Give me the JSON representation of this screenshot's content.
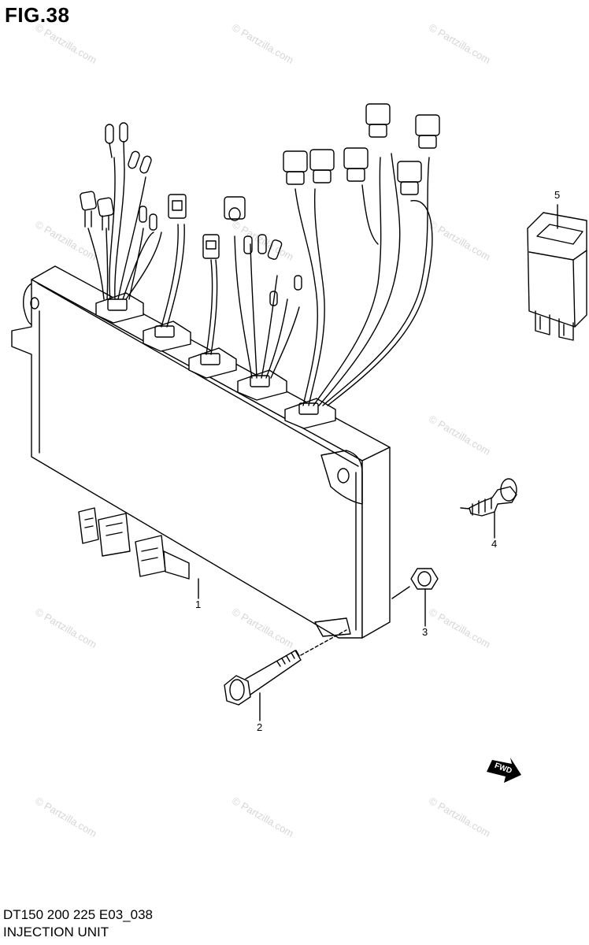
{
  "header": {
    "figure": "FIG.38"
  },
  "footer": {
    "code": "DT150 200 225 E03_038",
    "title": "INJECTION UNIT"
  },
  "watermark": "© Partzilla.com",
  "callouts": [
    "1",
    "2",
    "3",
    "4",
    "5"
  ],
  "fwd_label": "FWD"
}
